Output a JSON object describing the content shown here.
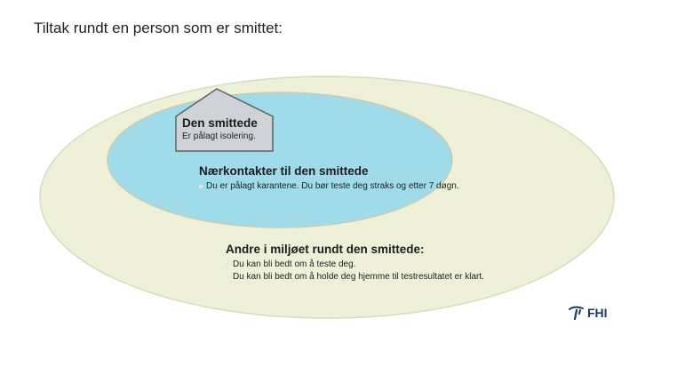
{
  "title": "Tiltak rundt en person som er smittet:",
  "house": {
    "title": "Den smittede",
    "subtitle": "Er pålagt isolering."
  },
  "inner_ring": {
    "heading": "Nærkontakter til den smittede",
    "bullets": [
      "Du er pålagt karantene. Du bør teste deg straks og etter 7 døgn."
    ]
  },
  "outer_ring": {
    "heading": "Andre i miljøet rundt den smittede:",
    "bullets": [
      "Du kan bli bedt om å teste deg.",
      "Du kan bli bedt om å holde deg hjemme til testresultatet er klart."
    ]
  },
  "logo": {
    "text": "FHI",
    "icon": "fhi-logo-icon"
  },
  "colors": {
    "outer_fill": "#eef0d8",
    "outer_stroke": "#d9dcc0",
    "inner_fill": "#9fdbe8",
    "inner_stroke": "#c9cdb4",
    "house_fill": "#cfd3d8",
    "house_stroke": "#5f6368",
    "logo": "#1d3a63"
  }
}
